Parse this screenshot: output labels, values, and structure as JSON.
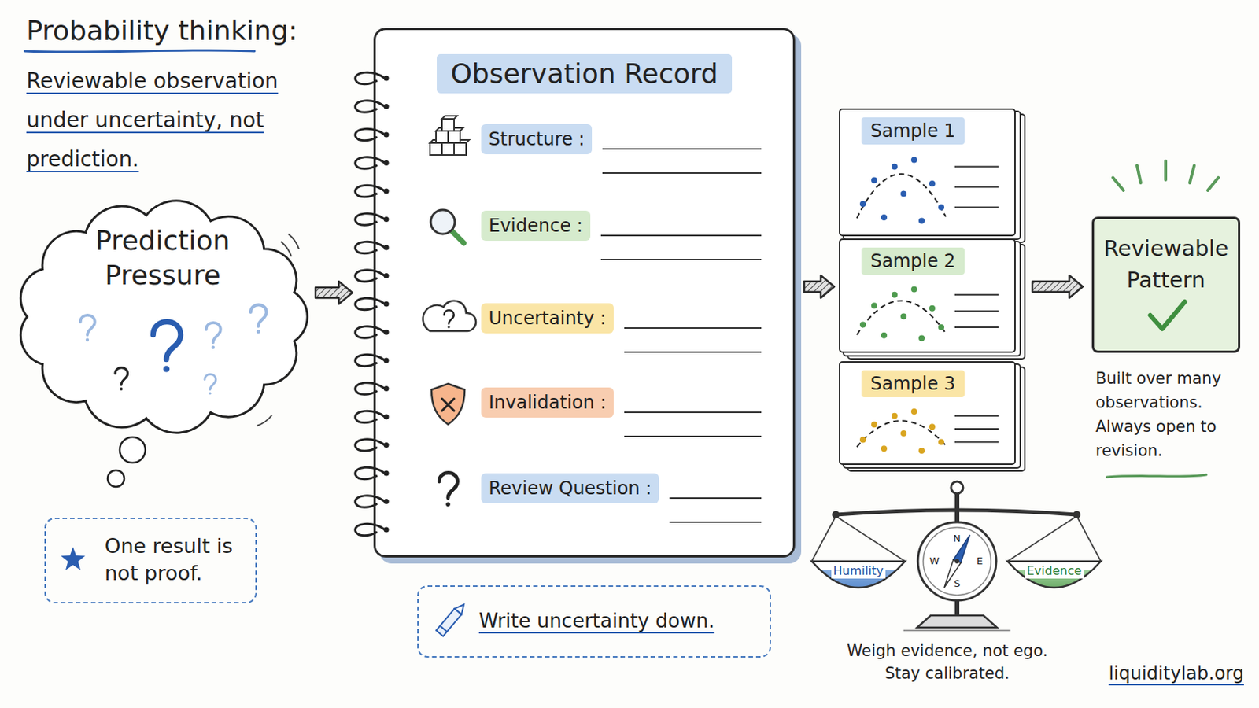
{
  "diagram": {
    "title": "Probability thinking:",
    "nodes": [
      {
        "text": [
          "Prediction Pressure"
        ]
      },
      {
        "text": [
          "One result is not proof."
        ]
      },
      {
        "text": [
          "Observation Record"
        ]
      },
      {
        "text": [
          "Structure :"
        ],
        "in": 2
      },
      {
        "text": [
          "Evidence :"
        ],
        "in": 2
      },
      {
        "text": [
          "Uncertainty :"
        ],
        "in": 2
      },
      {
        "text": [
          "Invalidation :"
        ],
        "in": 2
      },
      {
        "text": [
          "Review Question :"
        ],
        "in": 2
      },
      {
        "text": [
          "Write uncertainty down."
        ]
      },
      {
        "text": [
          "Sample 1"
        ]
      },
      {
        "text": [
          "Sample 2"
        ]
      },
      {
        "text": [
          "Sample 3"
        ]
      },
      {
        "text": [
          "Reviewable Pattern"
        ]
      }
    ],
    "edges": [
      {
        "from": 0,
        "to": 2,
        "arrow": "to"
      },
      {
        "from": 2,
        "to": 10,
        "arrow": "to"
      },
      {
        "from": 10,
        "to": 12,
        "arrow": "to"
      }
    ],
    "labels": [
      "Reviewable observation under uncertainty, not prediction.",
      "Built over many observations. Always open to revision.",
      "Humility",
      "Evidence",
      "N",
      "W",
      "E",
      "S",
      "Weigh evidence, not ego. Stay calibrated.",
      "liquiditylab.org"
    ]
  }
}
